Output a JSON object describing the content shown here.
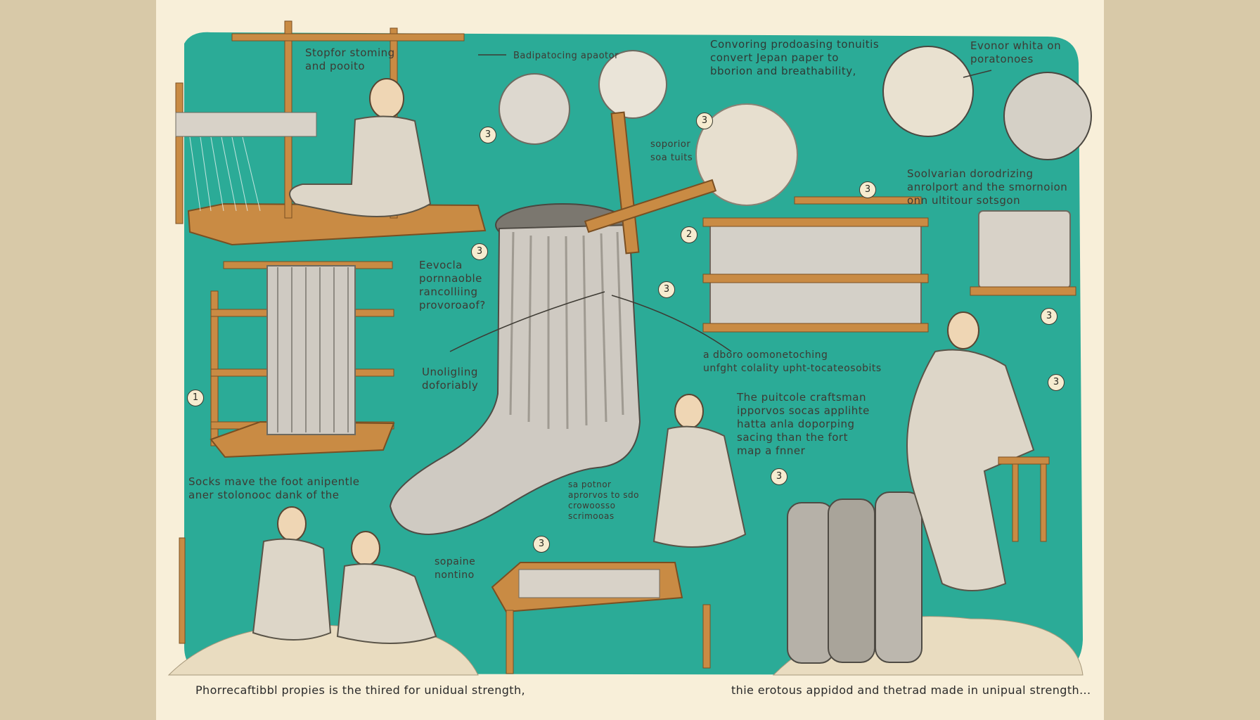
{
  "colors": {
    "background": "#d8c9a8",
    "paper": "#f8efd9",
    "panel": "#2bab97",
    "wood": "#c58a45",
    "sock": "#cfcac2"
  },
  "labels": {
    "top_left": "Stopfor stoming\nand pooito",
    "top_arrow": "Badipatocing apaotor",
    "top_center": "Convoring prodoasing tonuitis\nconvert Jepan paper to\nbborion and breathability,",
    "top_right": "Evonor whita on\nporatonoes",
    "center_small": "soporior\nsoa tuits",
    "right_mid": "Soolvarian dorodrizing\nanrolport and the smornoion\nonn ultitour sotsgon",
    "left_mid": "Eevocla\npornnaoble\nrancolliing\nprovoroaof?",
    "left_lower": "Unoligling\ndoforiably",
    "center_right": "a dboro oomonetoching\nunfght colality upht-tocateosobits",
    "craftsman": "The puitcole craftsman\nipporvos socas applihte\nhatta anla doporping\nsacing than the fort\nmap a fnner",
    "bottom_left": "Socks mave the foot anipentle\naner stolonooc      dank of the",
    "bottom_center": "sa potnor\naprorvos to sdo\ncrowoosso\nscrimooas",
    "bottom_loom": "sopaine\nnontino"
  },
  "numbers": [
    "3",
    "3",
    "3",
    "3",
    "2",
    "3",
    "3",
    "1",
    "3",
    "3",
    "3"
  ],
  "captions": {
    "left": "Phorrecaftibbl propies is the thired for unidual strength,",
    "right": "thie erotous appidod and thetrad made in unipual strength..."
  }
}
